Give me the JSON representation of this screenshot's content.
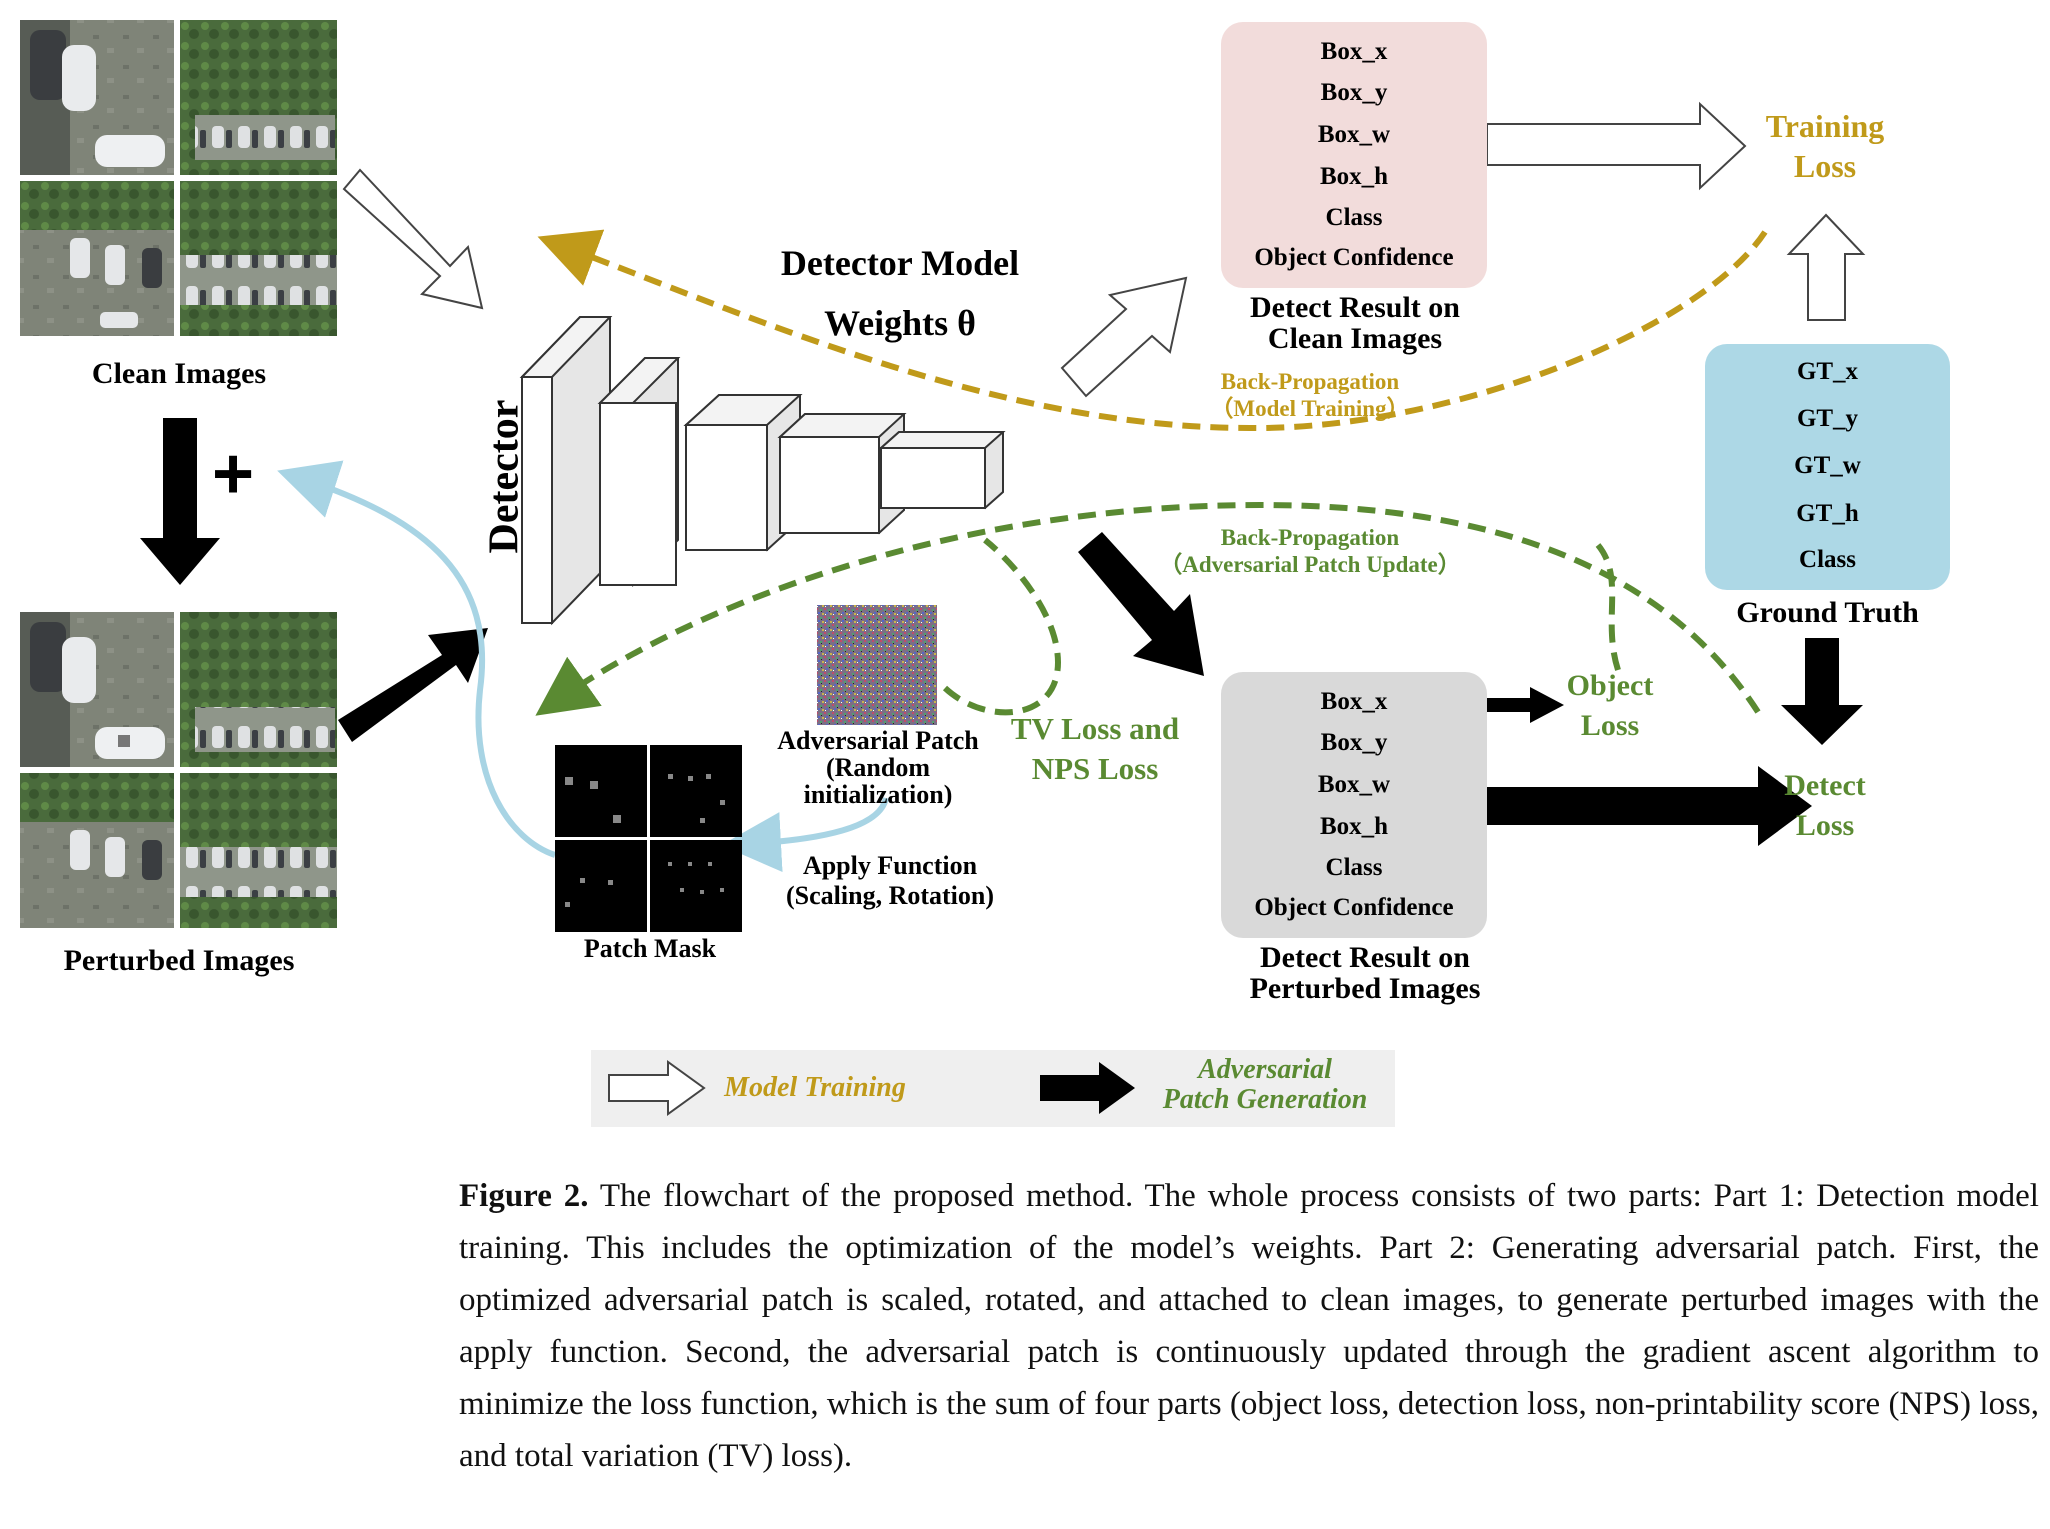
{
  "figure": {
    "clean_images_label": "Clean Images",
    "perturbed_images_label": "Perturbed Images",
    "plus_symbol": "+",
    "detector_label": "Detector",
    "model_title_line1": "Detector Model",
    "model_title_line2": "Weights θ",
    "clean_result": {
      "fields": [
        "Box_x",
        "Box_y",
        "Box_w",
        "Box_h",
        "Class",
        "Object Confidence"
      ],
      "caption_line1": "Detect Result on",
      "caption_line2": "Clean Images",
      "color": "#f2dcdb"
    },
    "perturbed_result": {
      "fields": [
        "Box_x",
        "Box_y",
        "Box_w",
        "Box_h",
        "Class",
        "Object Confidence"
      ],
      "caption_line1": "Detect Result on",
      "caption_line2": "Perturbed Images",
      "color": "#d9d9d9"
    },
    "ground_truth": {
      "fields": [
        "GT_x",
        "GT_y",
        "GT_w",
        "GT_h",
        "Class"
      ],
      "caption": "Ground Truth",
      "color": "#add8e6"
    },
    "training_loss_line1": "Training",
    "training_loss_line2": "Loss",
    "backprop_model_line1": "Back-Propagation",
    "backprop_model_line2": "（Model Training）",
    "backprop_patch_line1": "Back-Propagation",
    "backprop_patch_line2": "（Adversarial Patch Update）",
    "object_loss_line1": "Object",
    "object_loss_line2": "Loss",
    "detect_loss_line1": "Detect",
    "detect_loss_line2": "Loss",
    "tv_loss_line1": "TV Loss and",
    "tv_loss_line2": "NPS Loss",
    "adv_patch_line1": "Adversarial Patch",
    "adv_patch_line2": "(Random",
    "adv_patch_line3": "initialization)",
    "apply_fn_line1": "Apply Function",
    "apply_fn_line2": "(Scaling, Rotation)",
    "patch_mask_label": "Patch Mask",
    "legend": {
      "model_training": "Model Training",
      "adv_line1": "Adversarial",
      "adv_line2": "Patch Generation"
    },
    "colors": {
      "model_training": "#c09a1a",
      "adversarial": "#5a8a32",
      "apply_arrow": "#a8d4e4",
      "black_arrow": "#000000"
    }
  },
  "caption": {
    "label": "Figure 2.",
    "text": " The flowchart of the proposed method. The whole process consists of two parts: Part 1: Detection model training. This includes the optimization of the model’s weights. Part 2: Generating adversarial patch. First, the optimized adversarial patch is scaled, rotated, and attached to clean images, to generate perturbed images with the apply function. Second, the adversarial patch is continuously updated through the gradient ascent algorithm to minimize the loss function, which is the sum of four parts (object loss, detection loss, non-printability score (NPS) loss, and total variation (TV) loss)."
  }
}
